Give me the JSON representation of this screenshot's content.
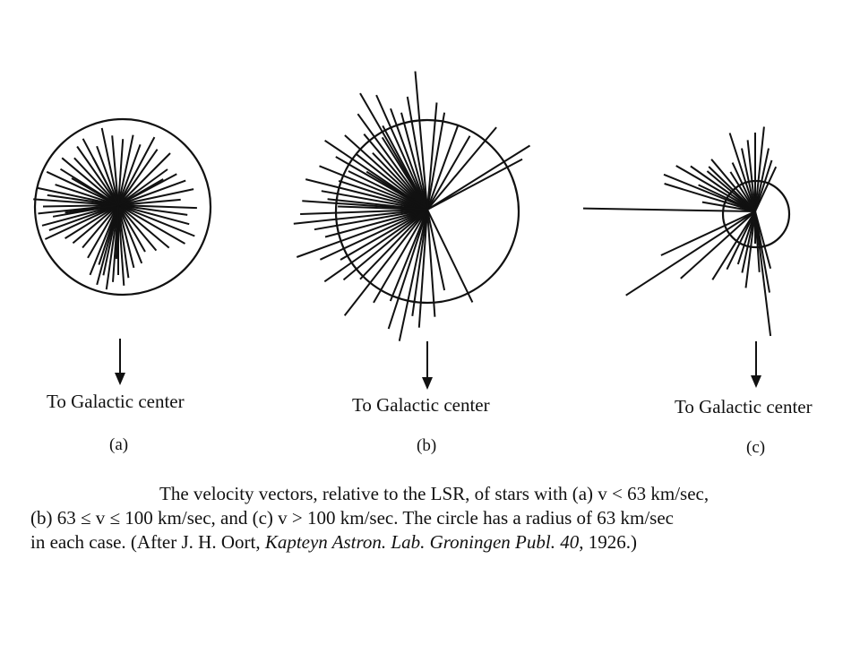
{
  "figure": {
    "panels": [
      {
        "id": "(a)",
        "arrow_label": "To Galactic center"
      },
      {
        "id": "(b)",
        "arrow_label": "To Galactic center"
      },
      {
        "id": "(c)",
        "arrow_label": "To Galactic center"
      }
    ],
    "caption": {
      "line1": "The velocity vectors, relative to the LSR, of stars with (a) v < 63 km/sec,",
      "line2": "(b) 63 ≤ v ≤ 100 km/sec, and (c) v > 100 km/sec. The circle has a radius of 63 km/sec",
      "line3_a": "in each case. (After J. H. Oort, ",
      "line3_italic": "Kapteyn Astron. Lab. Groningen Publ. 40",
      "line3_b": ", 1926.)"
    }
  }
}
